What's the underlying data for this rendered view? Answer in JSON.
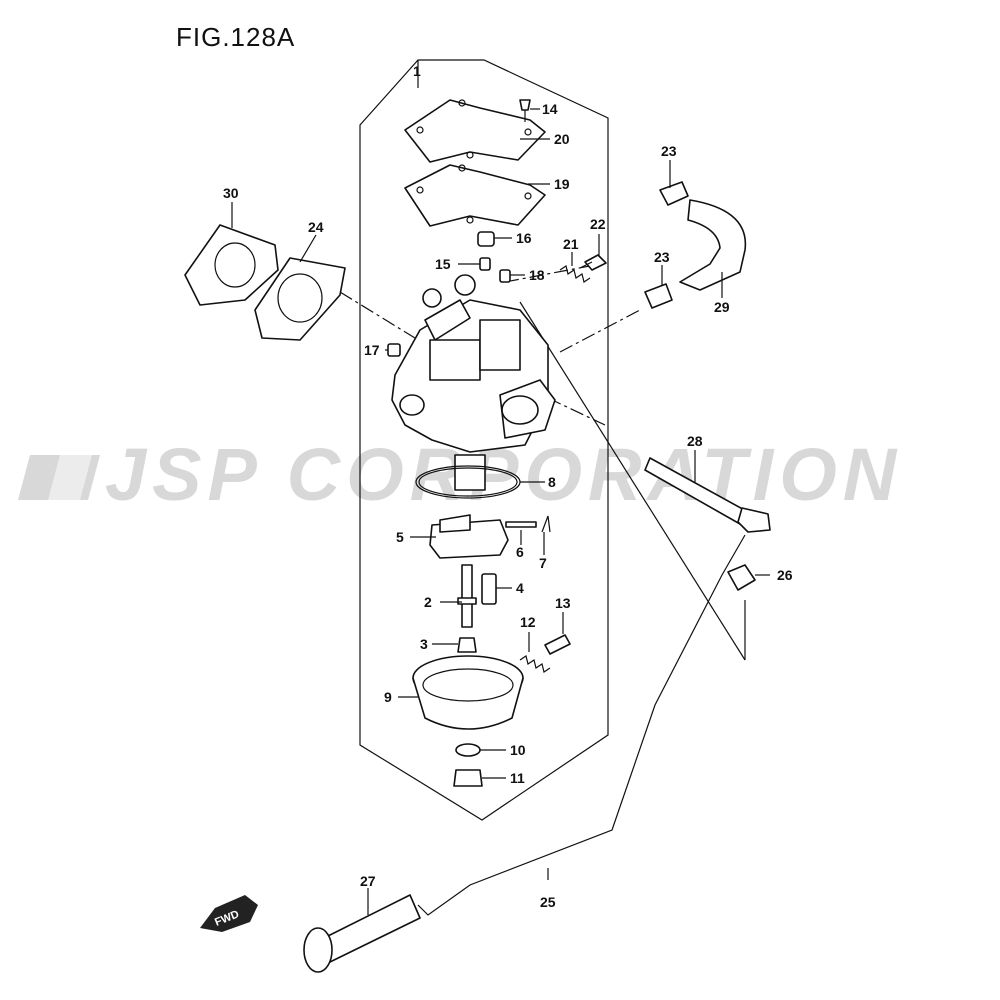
{
  "figure": {
    "title": "FIG.128A"
  },
  "watermark": {
    "text": "JSP CORPORATION"
  },
  "fwd_badge": {
    "label": "FWD"
  },
  "callouts": [
    {
      "id": "1",
      "label": "1"
    },
    {
      "id": "2",
      "label": "2"
    },
    {
      "id": "3",
      "label": "3"
    },
    {
      "id": "4",
      "label": "4"
    },
    {
      "id": "5",
      "label": "5"
    },
    {
      "id": "6",
      "label": "6"
    },
    {
      "id": "7",
      "label": "7"
    },
    {
      "id": "8",
      "label": "8"
    },
    {
      "id": "9",
      "label": "9"
    },
    {
      "id": "10",
      "label": "10"
    },
    {
      "id": "11",
      "label": "11"
    },
    {
      "id": "12",
      "label": "12"
    },
    {
      "id": "13",
      "label": "13"
    },
    {
      "id": "14",
      "label": "14"
    },
    {
      "id": "15",
      "label": "15"
    },
    {
      "id": "16",
      "label": "16"
    },
    {
      "id": "17",
      "label": "17"
    },
    {
      "id": "18",
      "label": "18"
    },
    {
      "id": "19",
      "label": "19"
    },
    {
      "id": "20",
      "label": "20"
    },
    {
      "id": "21",
      "label": "21"
    },
    {
      "id": "22",
      "label": "22"
    },
    {
      "id": "23a",
      "label": "23"
    },
    {
      "id": "23b",
      "label": "23"
    },
    {
      "id": "24",
      "label": "24"
    },
    {
      "id": "25",
      "label": "25"
    },
    {
      "id": "26",
      "label": "26"
    },
    {
      "id": "27",
      "label": "27"
    },
    {
      "id": "28",
      "label": "28"
    },
    {
      "id": "29",
      "label": "29"
    },
    {
      "id": "30",
      "label": "30"
    }
  ]
}
